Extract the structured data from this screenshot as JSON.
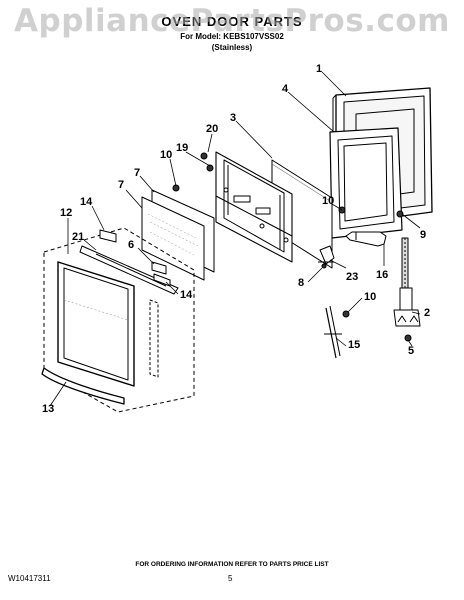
{
  "watermark": "AppliancePartsPros.com",
  "header": {
    "title": "OVEN DOOR PARTS",
    "model_line": "For Model: KEBS107VSS02",
    "variant": "(Stainless)"
  },
  "callouts": [
    {
      "id": "c1",
      "label": "1"
    },
    {
      "id": "c4",
      "label": "4"
    },
    {
      "id": "c3",
      "label": "3"
    },
    {
      "id": "c20",
      "label": "20"
    },
    {
      "id": "c19",
      "label": "19"
    },
    {
      "id": "c10a",
      "label": "10"
    },
    {
      "id": "c7a",
      "label": "7"
    },
    {
      "id": "c7b",
      "label": "7"
    },
    {
      "id": "c14a",
      "label": "14"
    },
    {
      "id": "c12",
      "label": "12"
    },
    {
      "id": "c21",
      "label": "21"
    },
    {
      "id": "c6",
      "label": "6"
    },
    {
      "id": "c14b",
      "label": "14"
    },
    {
      "id": "c10b",
      "label": "10"
    },
    {
      "id": "c9",
      "label": "9"
    },
    {
      "id": "c23",
      "label": "23"
    },
    {
      "id": "c8",
      "label": "8"
    },
    {
      "id": "c16",
      "label": "16"
    },
    {
      "id": "c10c",
      "label": "10"
    },
    {
      "id": "c2",
      "label": "2"
    },
    {
      "id": "c5",
      "label": "5"
    },
    {
      "id": "c15",
      "label": "15"
    },
    {
      "id": "c13",
      "label": "13"
    }
  ],
  "footer": {
    "ordering_note": "FOR ORDERING INFORMATION REFER TO PARTS PRICE LIST",
    "doc_number": "W10417311",
    "page_number": "5"
  }
}
